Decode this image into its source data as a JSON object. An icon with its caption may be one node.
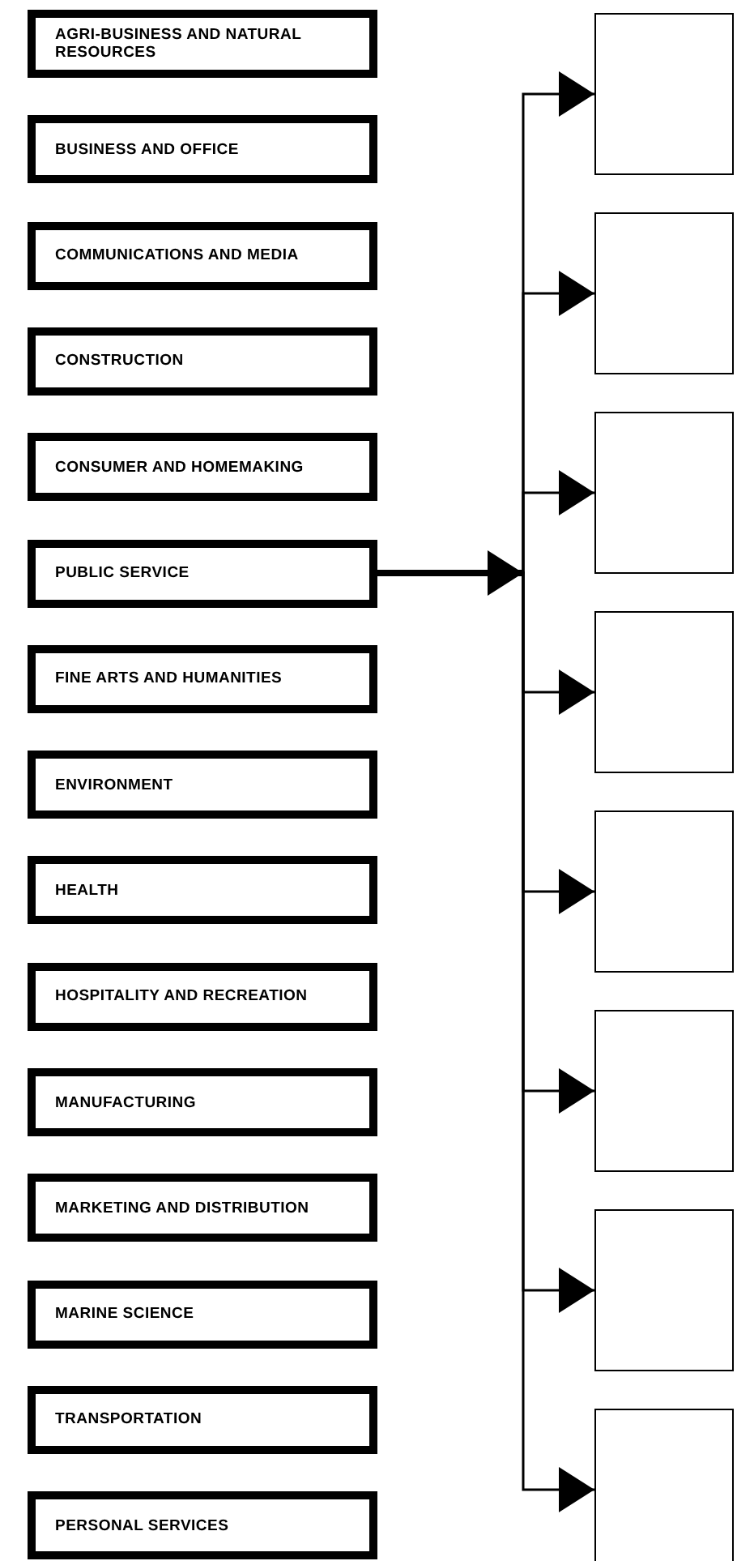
{
  "diagram": {
    "nodes": [
      {
        "text": [
          "AGRI-BUSINESS AND NATURAL RESOURCES"
        ]
      },
      {
        "text": [
          "BUSINESS AND OFFICE"
        ]
      },
      {
        "text": [
          "COMMUNICATIONS AND MEDIA"
        ]
      },
      {
        "text": [
          "CONSTRUCTION"
        ]
      },
      {
        "text": [
          "CONSUMER AND HOMEMAKING"
        ]
      },
      {
        "text": [
          "PUBLIC SERVICE"
        ]
      },
      {
        "text": [
          "FINE ARTS AND HUMANITIES"
        ]
      },
      {
        "text": [
          "ENVIRONMENT"
        ]
      },
      {
        "text": [
          "HEALTH"
        ]
      },
      {
        "text": [
          "HOSPITALITY AND RECREATION"
        ]
      },
      {
        "text": [
          "MANUFACTURING"
        ]
      },
      {
        "text": [
          "MARKETING AND DISTRIBUTION"
        ]
      },
      {
        "text": [
          "MARINE SCIENCE"
        ]
      },
      {
        "text": [
          "TRANSPORTATION"
        ]
      },
      {
        "text": [
          "PERSONAL SERVICES"
        ]
      },
      {
        "text": [],
        "shape": "box"
      },
      {
        "text": [],
        "shape": "box"
      },
      {
        "text": [],
        "shape": "box"
      },
      {
        "text": [],
        "shape": "box"
      },
      {
        "text": [],
        "shape": "box"
      },
      {
        "text": [],
        "shape": "box"
      },
      {
        "text": [],
        "shape": "box"
      },
      {
        "text": [],
        "shape": "box"
      }
    ],
    "edges": [
      {
        "from": 5,
        "to": 15,
        "arrow": "to"
      },
      {
        "from": 5,
        "to": 16,
        "arrow": "to"
      },
      {
        "from": 5,
        "to": 17,
        "arrow": "to"
      },
      {
        "from": 5,
        "to": 18,
        "arrow": "to"
      },
      {
        "from": 5,
        "to": 19,
        "arrow": "to"
      },
      {
        "from": 5,
        "to": 20,
        "arrow": "to"
      },
      {
        "from": 5,
        "to": 21,
        "arrow": "to"
      },
      {
        "from": 5,
        "to": 22,
        "arrow": "to"
      }
    ]
  }
}
